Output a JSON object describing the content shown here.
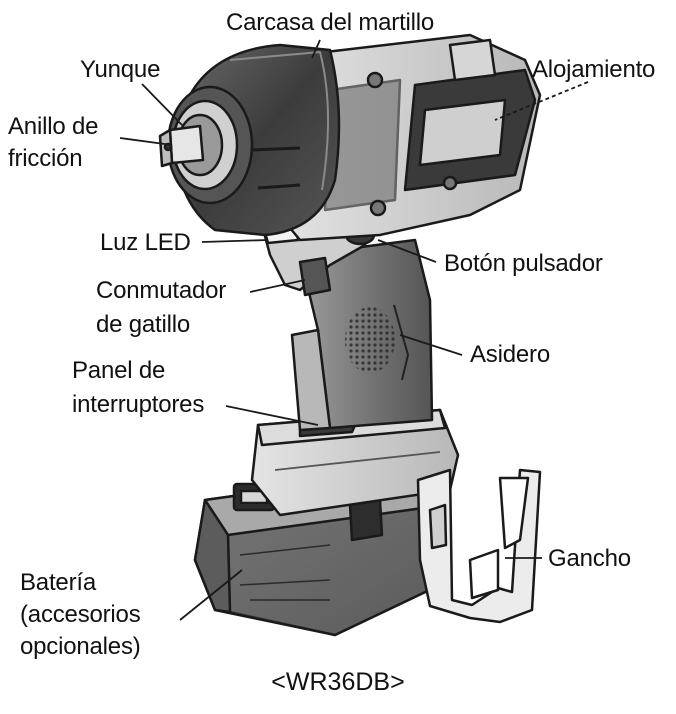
{
  "labels": {
    "carcasa": "Carcasa del martillo",
    "yunque": "Yunque",
    "alojamiento": "Alojamiento",
    "anillo_1": "Anillo de",
    "anillo_2": "fricción",
    "luz_led": "Luz LED",
    "boton": "Botón pulsador",
    "conmutador_1": "Conmutador",
    "conmutador_2": "de gatillo",
    "asidero": "Asidero",
    "panel_1": "Panel de",
    "panel_2": "interruptores",
    "gancho": "Gancho",
    "bateria_1": "Batería",
    "bateria_2": "(accesorios",
    "bateria_3": "opcionales)"
  },
  "caption": "<WR36DB>",
  "colors": {
    "line": "#1a1a1a",
    "body": "#d9d9d9",
    "dark": "#3a3a3a",
    "mid": "#9a9a9a"
  }
}
